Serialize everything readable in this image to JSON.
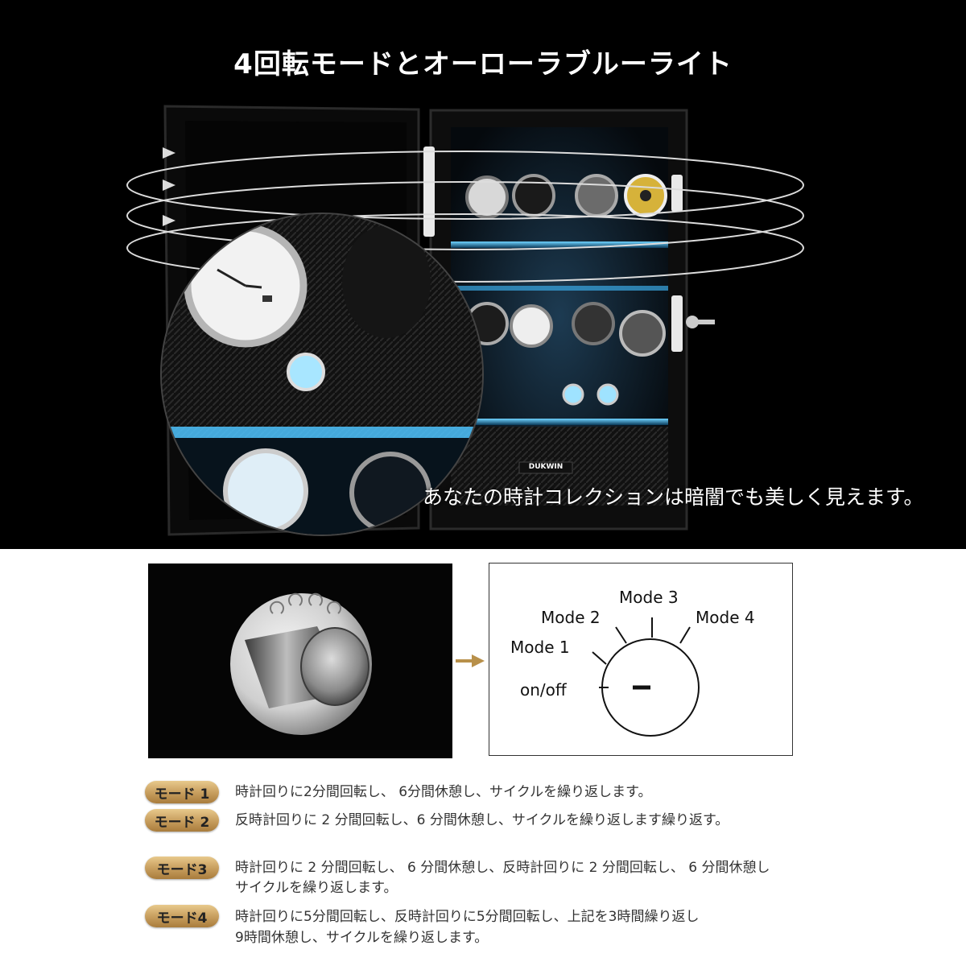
{
  "hero": {
    "title": "4回転モードとオーローラブルーライト",
    "subtitle": "あなたの時計コレクションは暗闇でも美しく見えます。",
    "brand": "DUKWIN"
  },
  "dial": {
    "labels": {
      "mode1": "Mode 1",
      "mode2": "Mode 2",
      "mode3": "Mode 3",
      "mode4": "Mode 4",
      "onoff": "on/off"
    }
  },
  "modes": [
    {
      "badge": "モード 1",
      "lines": [
        "時計回りに2分間回転し、 6分間休憩し、サイクルを繰り返します。"
      ]
    },
    {
      "badge": "モード 2",
      "lines": [
        "反時計回りに 2 分間回転し、6 分間休憩し、サイクルを繰り返します繰り返す。"
      ]
    },
    {
      "badge": "モード3",
      "lines": [
        "時計回りに 2 分間回転し、 6 分間休憩し、反時計回りに 2 分間回転し、 6 分間休憩し",
        "サイクルを繰り返します。"
      ]
    },
    {
      "badge": "モード4",
      "lines": [
        "時計回りに5分間回転し、反時計回りに5分間回転し、上記を3時間繰り返し",
        "9時間休憩し、サイクルを繰り返します。"
      ]
    }
  ],
  "colors": {
    "accent_blue": "#38b8ff",
    "badge_gold": "#c9a060",
    "arrow_gold": "#b8904a"
  }
}
